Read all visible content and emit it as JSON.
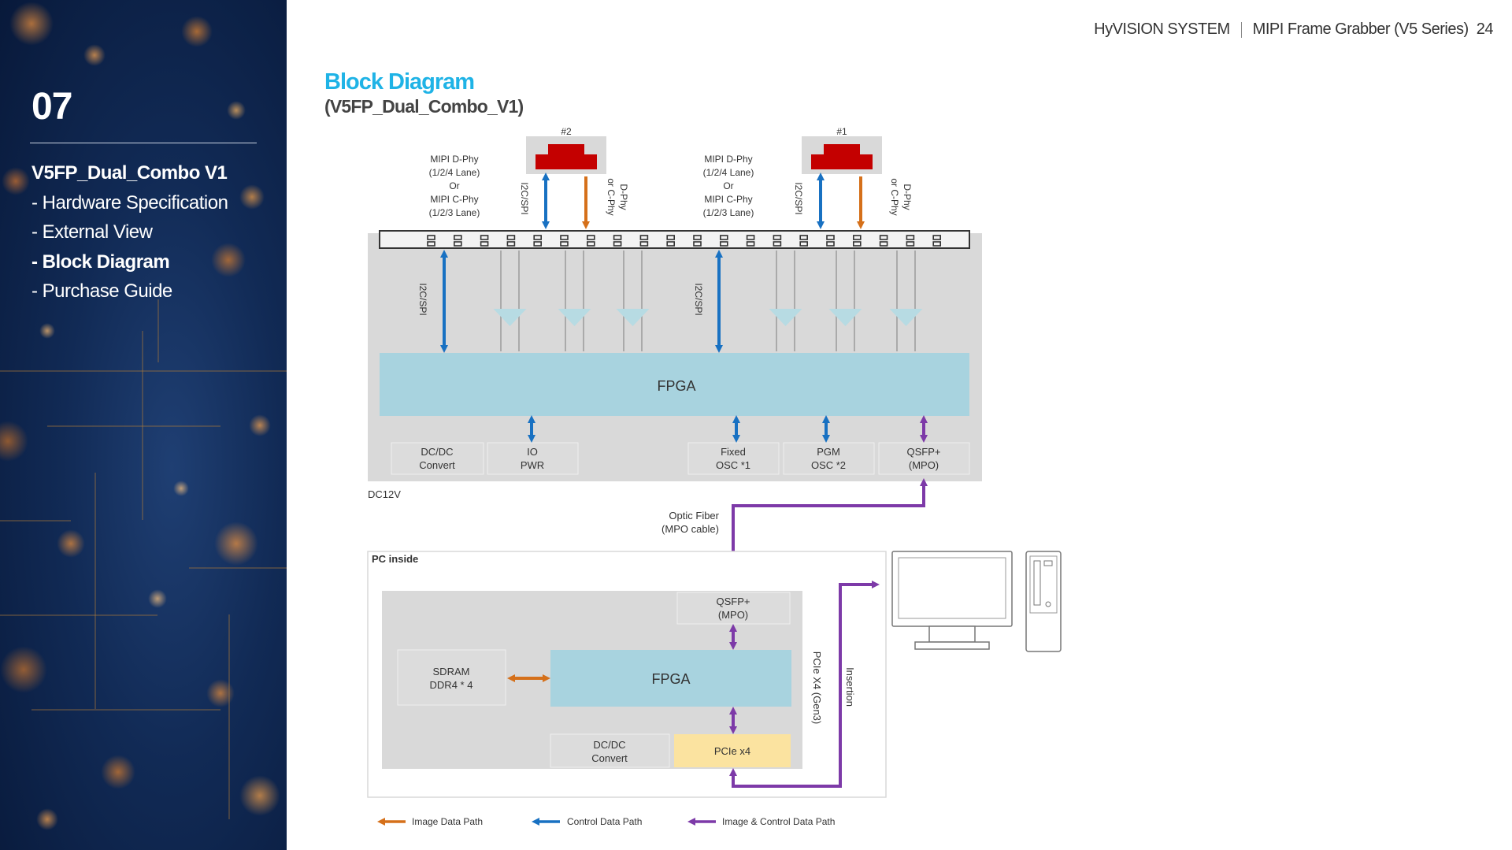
{
  "header": {
    "brand": "HyVISION SYSTEM",
    "product": "MIPI Frame Grabber (V5 Series)",
    "page": "24"
  },
  "sidebar": {
    "section_number": "07",
    "items": [
      {
        "label": "V5FP_Dual_Combo V1",
        "active": true
      },
      {
        "label": "- Hardware Specification",
        "active": false
      },
      {
        "label": "- External View",
        "active": false
      },
      {
        "label": "- Block Diagram",
        "active": true
      },
      {
        "label": "- Purchase Guide",
        "active": false
      }
    ]
  },
  "main": {
    "title": "Block Diagram",
    "subtitle": "(V5FP_Dual_Combo_V1)"
  },
  "diagram": {
    "camera2_label": "#2",
    "camera1_label": "#1",
    "mipi_lines": [
      "MIPI D-Phy",
      "(1/2/4 Lane)",
      "Or",
      "MIPI C-Phy",
      "(1/2/3 Lane)"
    ],
    "i2c_label": "I2C/SPI",
    "phy_lines": [
      "D-Phy",
      "or C-Phy"
    ],
    "fpga_label": "FPGA",
    "grabber_boxes": [
      {
        "lines": [
          "DC/DC",
          "Convert"
        ]
      },
      {
        "lines": [
          "IO",
          "PWR"
        ]
      },
      {
        "lines": [
          "Fixed",
          "OSC *1"
        ]
      },
      {
        "lines": [
          "PGM",
          "OSC *2"
        ]
      },
      {
        "lines": [
          "QSFP+",
          "(MPO)"
        ]
      }
    ],
    "dc12v": "DC12V",
    "optic_lines": [
      "Optic Fiber",
      "(MPO cable)"
    ],
    "pc_inside": "PC inside",
    "pc_qsfp_lines": [
      "QSFP+",
      "(MPO)"
    ],
    "sdram_lines": [
      "SDRAM",
      "DDR4 * 4"
    ],
    "pc_fpga_label": "FPGA",
    "pc_dcdc_lines": [
      "DC/DC",
      "Convert"
    ],
    "pcie_label": "PCIe x4",
    "pcie_side_label": "PCIe X4 (Gen3)",
    "insertion_label": "Insertion",
    "legend": [
      {
        "label": "Image Data Path",
        "color": "#d5701a"
      },
      {
        "label": "Control Data Path",
        "color": "#1871c2"
      },
      {
        "label": "Image & Control Data Path",
        "color": "#7d3aa8"
      }
    ]
  },
  "colors": {
    "title": "#1fb3e6",
    "image_path": "#d5701a",
    "control_path": "#1871c2",
    "image_control_path": "#7d3aa8",
    "fpga": "#a8d3df",
    "connector": "#c40000",
    "pcie": "#fbe3a0"
  }
}
